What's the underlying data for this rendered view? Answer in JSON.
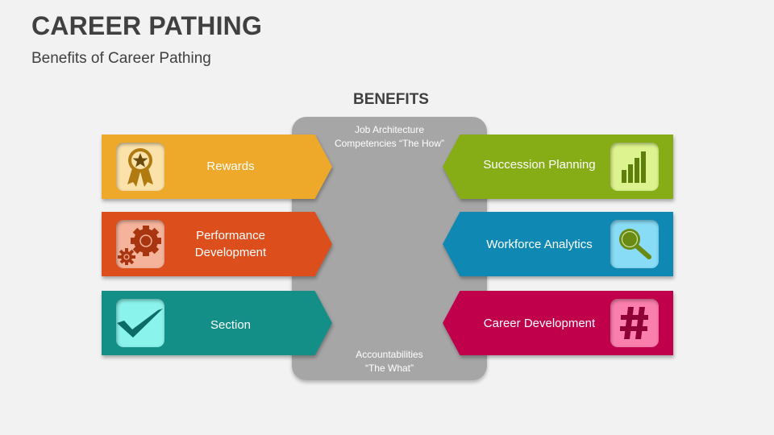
{
  "header": {
    "title": "CAREER PATHING",
    "subtitle": "Benefits of Career Pathing"
  },
  "diagram": {
    "heading": "BENEFITS",
    "center_panel": {
      "top_line1": "Job Architecture",
      "top_line2": "Competencies “The How”",
      "bottom_line1": "Accountabilities",
      "bottom_line2": "“The What”",
      "color": "#a6a6a6"
    },
    "left_items": [
      {
        "label_line1": "Rewards",
        "label_line2": "",
        "icon": "award-ribbon-icon",
        "color": "#eea92b",
        "icon_bg": "#fbe2ab",
        "icon_color": "#b07a10"
      },
      {
        "label_line1": "Performance",
        "label_line2": "Development",
        "icon": "gears-icon",
        "color": "#dc4f1c",
        "icon_bg": "#f5b39b",
        "icon_color": "#a83510"
      },
      {
        "label_line1": "Section",
        "label_line2": "",
        "icon": "checkmark-icon",
        "color": "#138f88",
        "icon_bg": "#8af3ec",
        "icon_color": "#0c6b66"
      }
    ],
    "right_items": [
      {
        "label_line1": "Succession Planning",
        "icon": "bar-chart-icon",
        "color": "#87ad16",
        "icon_bg": "#dcf38f",
        "icon_color": "#5f7f0c"
      },
      {
        "label_line1": "Workforce Analytics",
        "icon": "magnifier-icon",
        "color": "#0f89b4",
        "icon_bg": "#88dcf5",
        "icon_color": "#6b8a14"
      },
      {
        "label_line1": "Career Development",
        "icon": "hashtag-icon",
        "color": "#c1004b",
        "icon_bg": "#fa7fad",
        "icon_color": "#8e0036"
      }
    ]
  }
}
